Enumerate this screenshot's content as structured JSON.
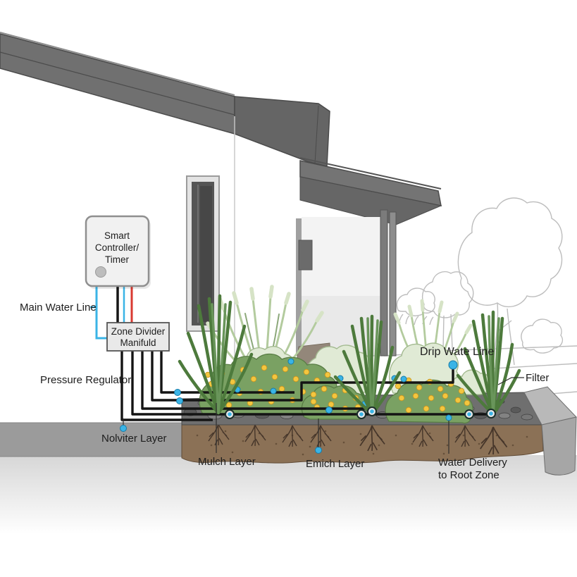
{
  "diagram": {
    "type": "drip-irrigation-system-cutaway",
    "labels": {
      "main_water_line": "Main Water Line",
      "pressure_regulator": "Pressure Regulator",
      "nolviter_layer": "Nolviter Layer",
      "mulch_layer": "Mulch Layer",
      "emich_layer": "Emich Layer",
      "water_delivery_line1": "Water Delivery",
      "water_delivery_line2": "to Root Zone",
      "drip_water_line": "Drip Wate Line",
      "filter": "Filter"
    },
    "components": {
      "controller_line1": "Smart",
      "controller_line2": "Controller/",
      "controller_line3": "Timer",
      "manifold_line1": "Zone Divider",
      "manifold_line2": "Manifuld"
    },
    "colors": {
      "water_line_blue": "#3ab4e6",
      "power_red": "#d93a31",
      "drip_line_black": "#141414",
      "roof_gray": "#707070",
      "soil_brown": "#8b7156",
      "foliage_green": "#7aa163",
      "flower_yellow": "#f3c63f"
    }
  }
}
